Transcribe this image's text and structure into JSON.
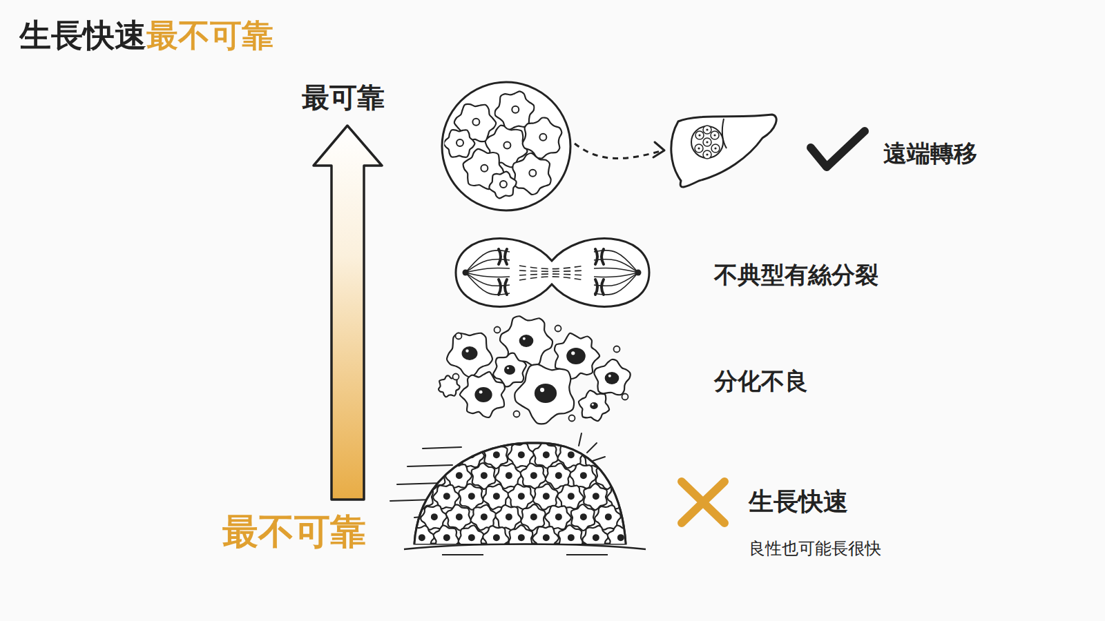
{
  "diagram": {
    "title": "生長快速最不可靠",
    "labels": [
      "最可靠",
      "遠端轉移",
      "不典型有絲分裂",
      "分化不良",
      "生長快速",
      "良性也可能長很快",
      "最不可靠"
    ]
  }
}
